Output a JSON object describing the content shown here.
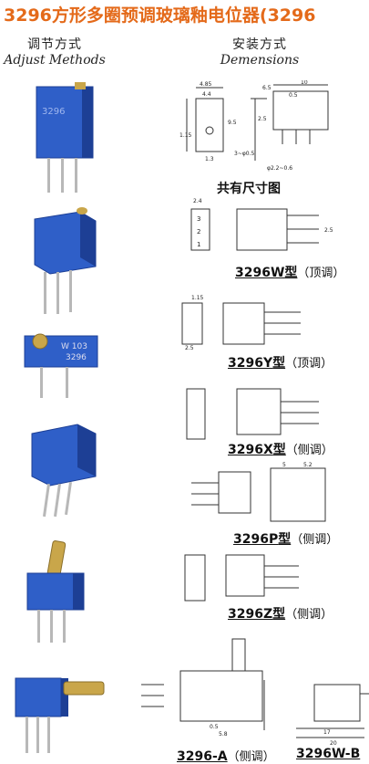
{
  "title": "3296方形多圈预调玻璃釉电位器(3296",
  "left_heading": {
    "cn": "调节方式",
    "en": "Adjust  Methods"
  },
  "right_heading": {
    "cn": "安装方式",
    "en": "Demensions"
  },
  "common_caption": "共有尺寸图",
  "common_dims": {
    "a": "4.85",
    "b": "4.4",
    "c": "6.5",
    "d": "10",
    "e": "0.5",
    "f": "9.5",
    "g": "1.15",
    "h": "2.5",
    "i": "1.3",
    "j": "φ2.2~0.6",
    "k": "3~φ0.5"
  },
  "pins": {
    "p1": "1",
    "p2": "2",
    "p3": "3",
    "pitch": "2.5"
  },
  "body_label": {
    "l1": "3296",
    "l2": "W 103",
    "l3": "3296"
  },
  "models": [
    {
      "model": "3296W",
      "suffix": "型",
      "adjust": "（顶调）"
    },
    {
      "model": "3296Y",
      "suffix": "型",
      "adjust": "（顶调）"
    },
    {
      "model": "3296X",
      "suffix": "型",
      "adjust": "（侧调）"
    },
    {
      "model": "3296P",
      "suffix": "型",
      "adjust": "（侧调）"
    },
    {
      "model": "3296Z",
      "suffix": "型",
      "adjust": "（侧调）"
    },
    {
      "model": "3296-A",
      "suffix": "",
      "adjust": "（侧调）"
    },
    {
      "model": "3296W-B",
      "suffix": "",
      "adjust": ""
    }
  ],
  "dims": {
    "w1": "2.4",
    "w2": "1.15",
    "x1": "2.5",
    "p1": "5",
    "p2": "5.2",
    "a1": "5.8",
    "a2": "0.5",
    "a3": "17",
    "a4": "20"
  },
  "colors": {
    "title": "#e46a1a",
    "body_blue": "#2f5fc8",
    "body_dark": "#1d3f95",
    "brass": "#c9a64a",
    "pin": "#b8b8b8",
    "line": "#333333"
  }
}
